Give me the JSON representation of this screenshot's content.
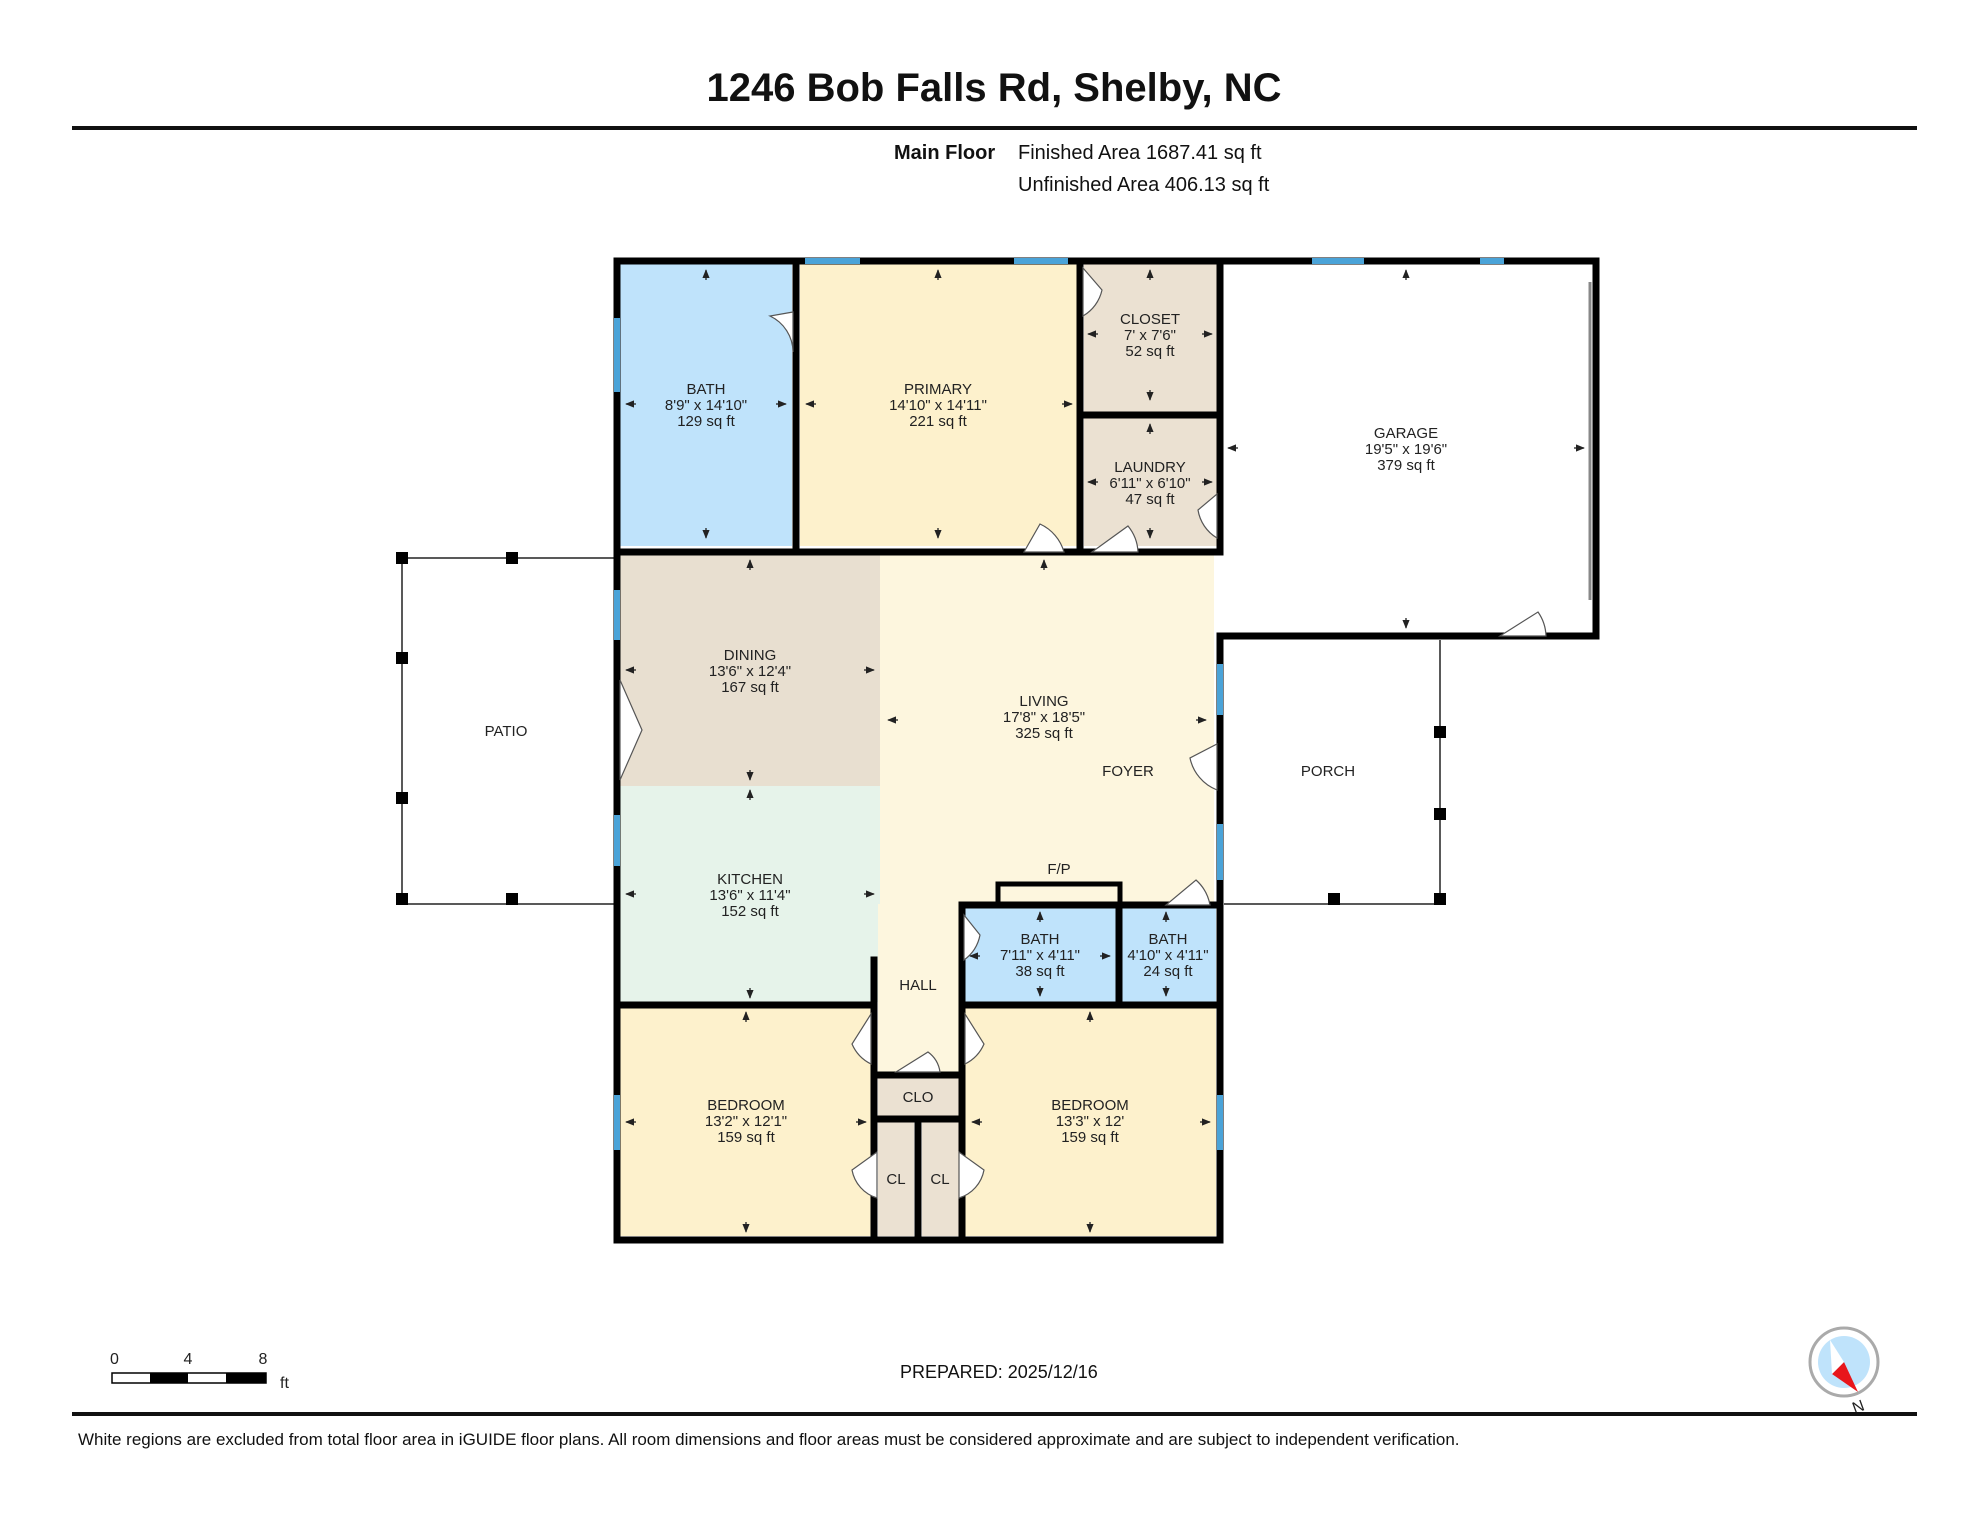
{
  "header": {
    "title": "1246 Bob Falls Rd, Shelby, NC",
    "floor_label": "Main Floor",
    "finished_area": "Finished Area 1687.41 sq ft",
    "unfinished_area": "Unfinished Area 406.13 sq ft"
  },
  "rooms": {
    "bath_primary": {
      "name": "BATH",
      "dims": "8'9\" x 14'10\"",
      "area": "129 sq ft"
    },
    "primary": {
      "name": "PRIMARY",
      "dims": "14'10\" x 14'11\"",
      "area": "221 sq ft"
    },
    "closet": {
      "name": "CLOSET",
      "dims": "7' x 7'6\"",
      "area": "52 sq ft"
    },
    "laundry": {
      "name": "LAUNDRY",
      "dims": "6'11\" x 6'10\"",
      "area": "47 sq ft"
    },
    "garage": {
      "name": "GARAGE",
      "dims": "19'5\" x 19'6\"",
      "area": "379 sq ft"
    },
    "dining": {
      "name": "DINING",
      "dims": "13'6\" x 12'4\"",
      "area": "167 sq ft"
    },
    "living": {
      "name": "LIVING",
      "dims": "17'8\" x 18'5\"",
      "area": "325 sq ft"
    },
    "foyer": {
      "name": "FOYER"
    },
    "patio": {
      "name": "PATIO"
    },
    "porch": {
      "name": "PORCH"
    },
    "kitchen": {
      "name": "KITCHEN",
      "dims": "13'6\" x 11'4\"",
      "area": "152 sq ft"
    },
    "fp": {
      "name": "F/P"
    },
    "bath_hall": {
      "name": "BATH",
      "dims": "7'11\" x 4'11\"",
      "area": "38 sq ft"
    },
    "bath_small": {
      "name": "BATH",
      "dims": "4'10\" x 4'11\"",
      "area": "24 sq ft"
    },
    "hall": {
      "name": "HALL"
    },
    "clo": {
      "name": "CLO"
    },
    "bedroom_left": {
      "name": "BEDROOM",
      "dims": "13'2\" x 12'1\"",
      "area": "159 sq ft"
    },
    "bedroom_right": {
      "name": "BEDROOM",
      "dims": "13'3\" x 12'",
      "area": "159 sq ft"
    },
    "cl_left": {
      "name": "CL"
    },
    "cl_right": {
      "name": "CL"
    }
  },
  "scale_bar": {
    "ticks": [
      "0",
      "4",
      "8"
    ],
    "unit": "ft"
  },
  "compass": {
    "label": "N"
  },
  "footer": {
    "prepared": "PREPARED: 2025/12/16",
    "disclaimer": "White regions are excluded from total floor area in iGUIDE floor plans. All room dimensions and floor areas must be considered approximate and are subject to independent verification."
  },
  "colors": {
    "bath": "#bfe3fb",
    "bedroom": "#fdf1cc",
    "living": "#fdf6de",
    "closet": "#ebe1d2",
    "dining": "#e8dfd0",
    "kitchen": "#e6f3ea",
    "window": "#4aa3d8",
    "wall": "#000000",
    "compass_arrow": "#e8161b"
  }
}
